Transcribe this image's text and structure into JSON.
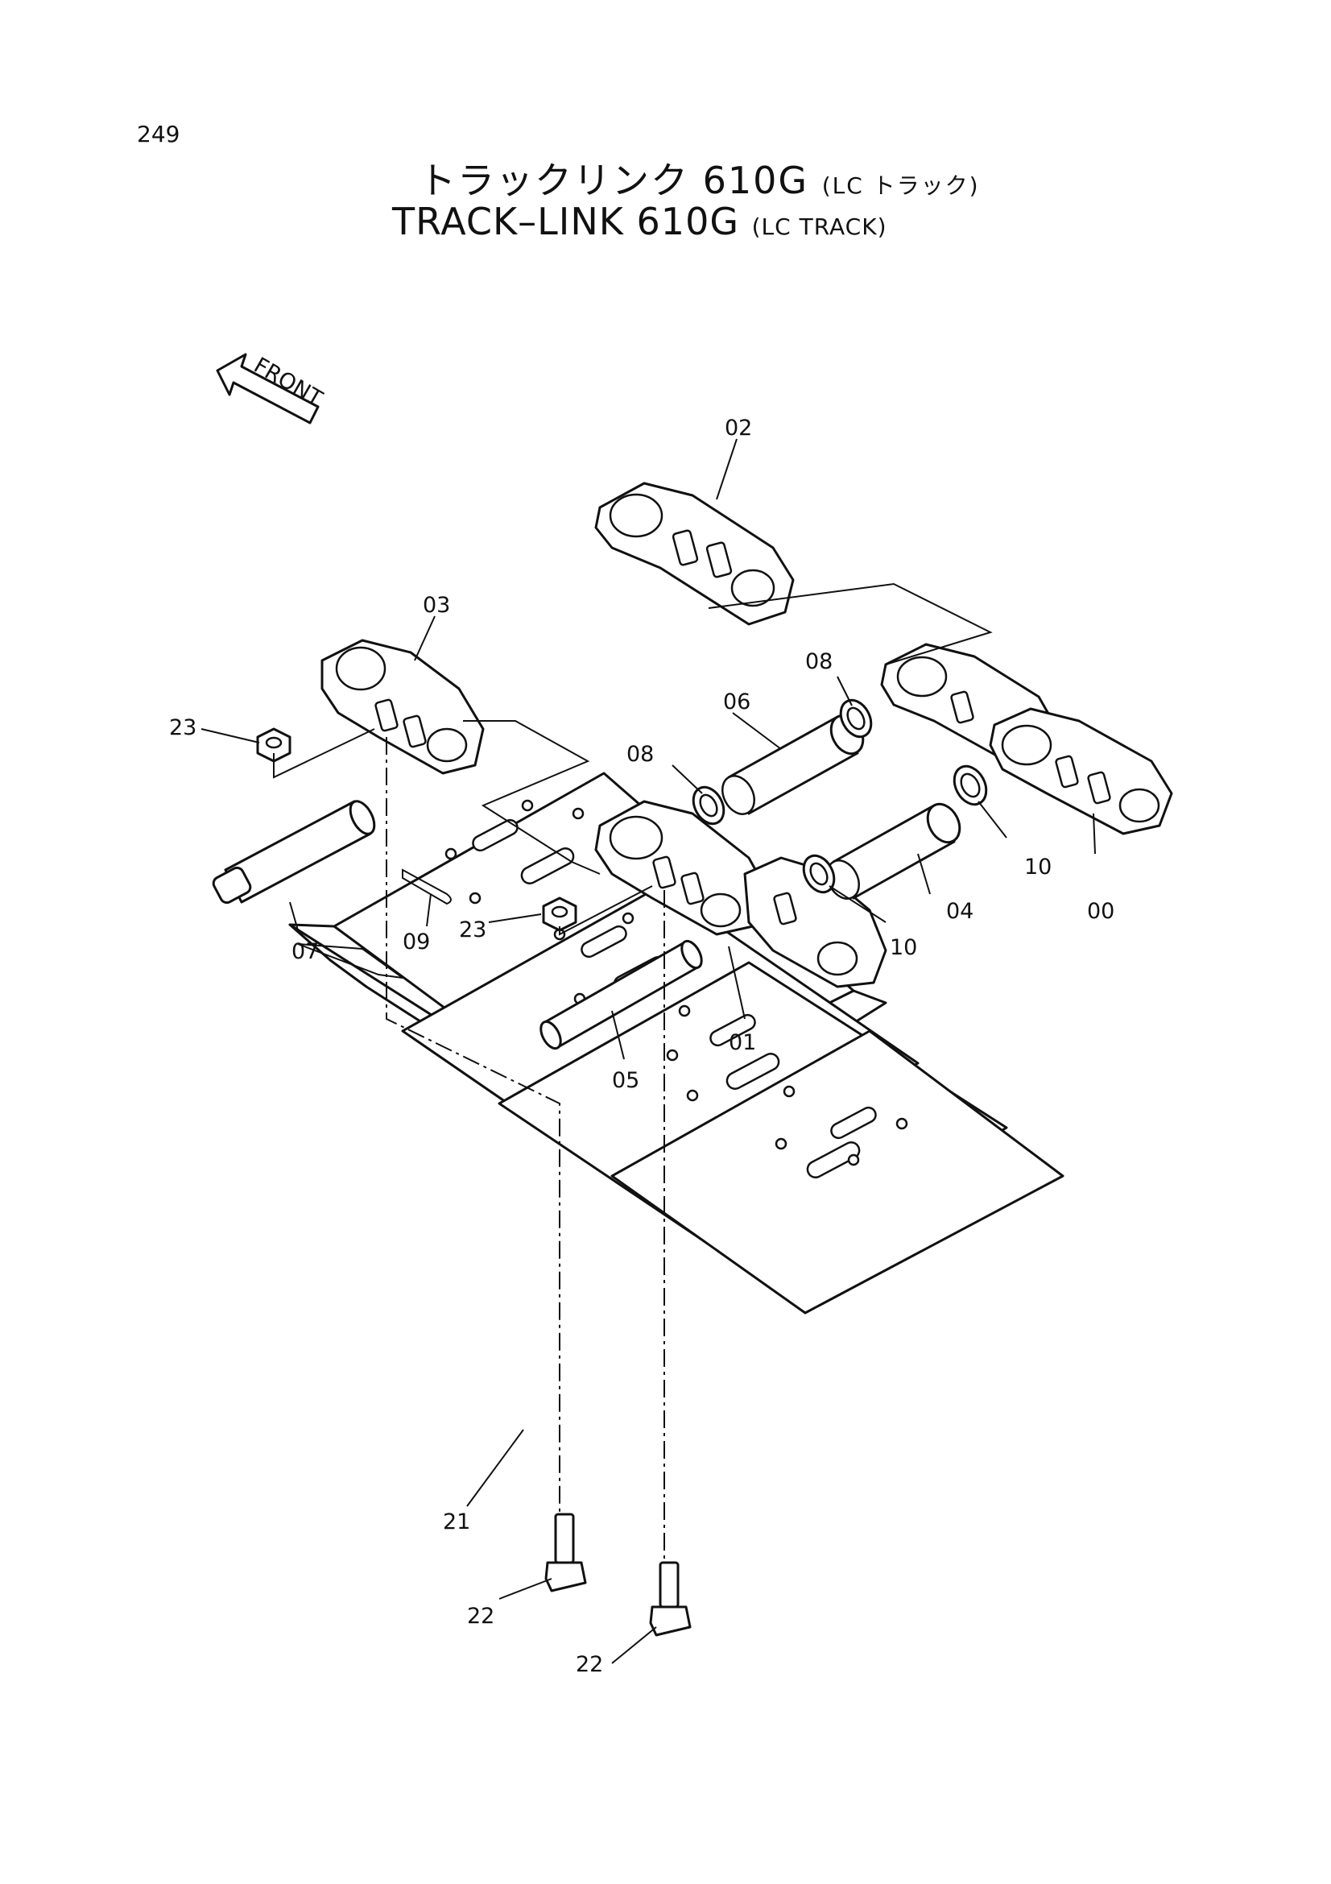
{
  "page_number": "249",
  "title_jp": "トラックリンク 610G",
  "title_jp_suffix": "(LC トラック)",
  "title_en": "TRACK–LINK 610G",
  "title_en_suffix": "(LC TRACK)",
  "front_arrow": "FRONT",
  "callouts": {
    "c00": "00",
    "c01": "01",
    "c02": "02",
    "c03": "03",
    "c04": "04",
    "c05": "05",
    "c06": "06",
    "c07": "07",
    "c08a": "08",
    "c08b": "08",
    "c09": "09",
    "c10a": "10",
    "c10b": "10",
    "c21": "21",
    "c22a": "22",
    "c22b": "22",
    "c23a": "23",
    "c23b": "23"
  }
}
